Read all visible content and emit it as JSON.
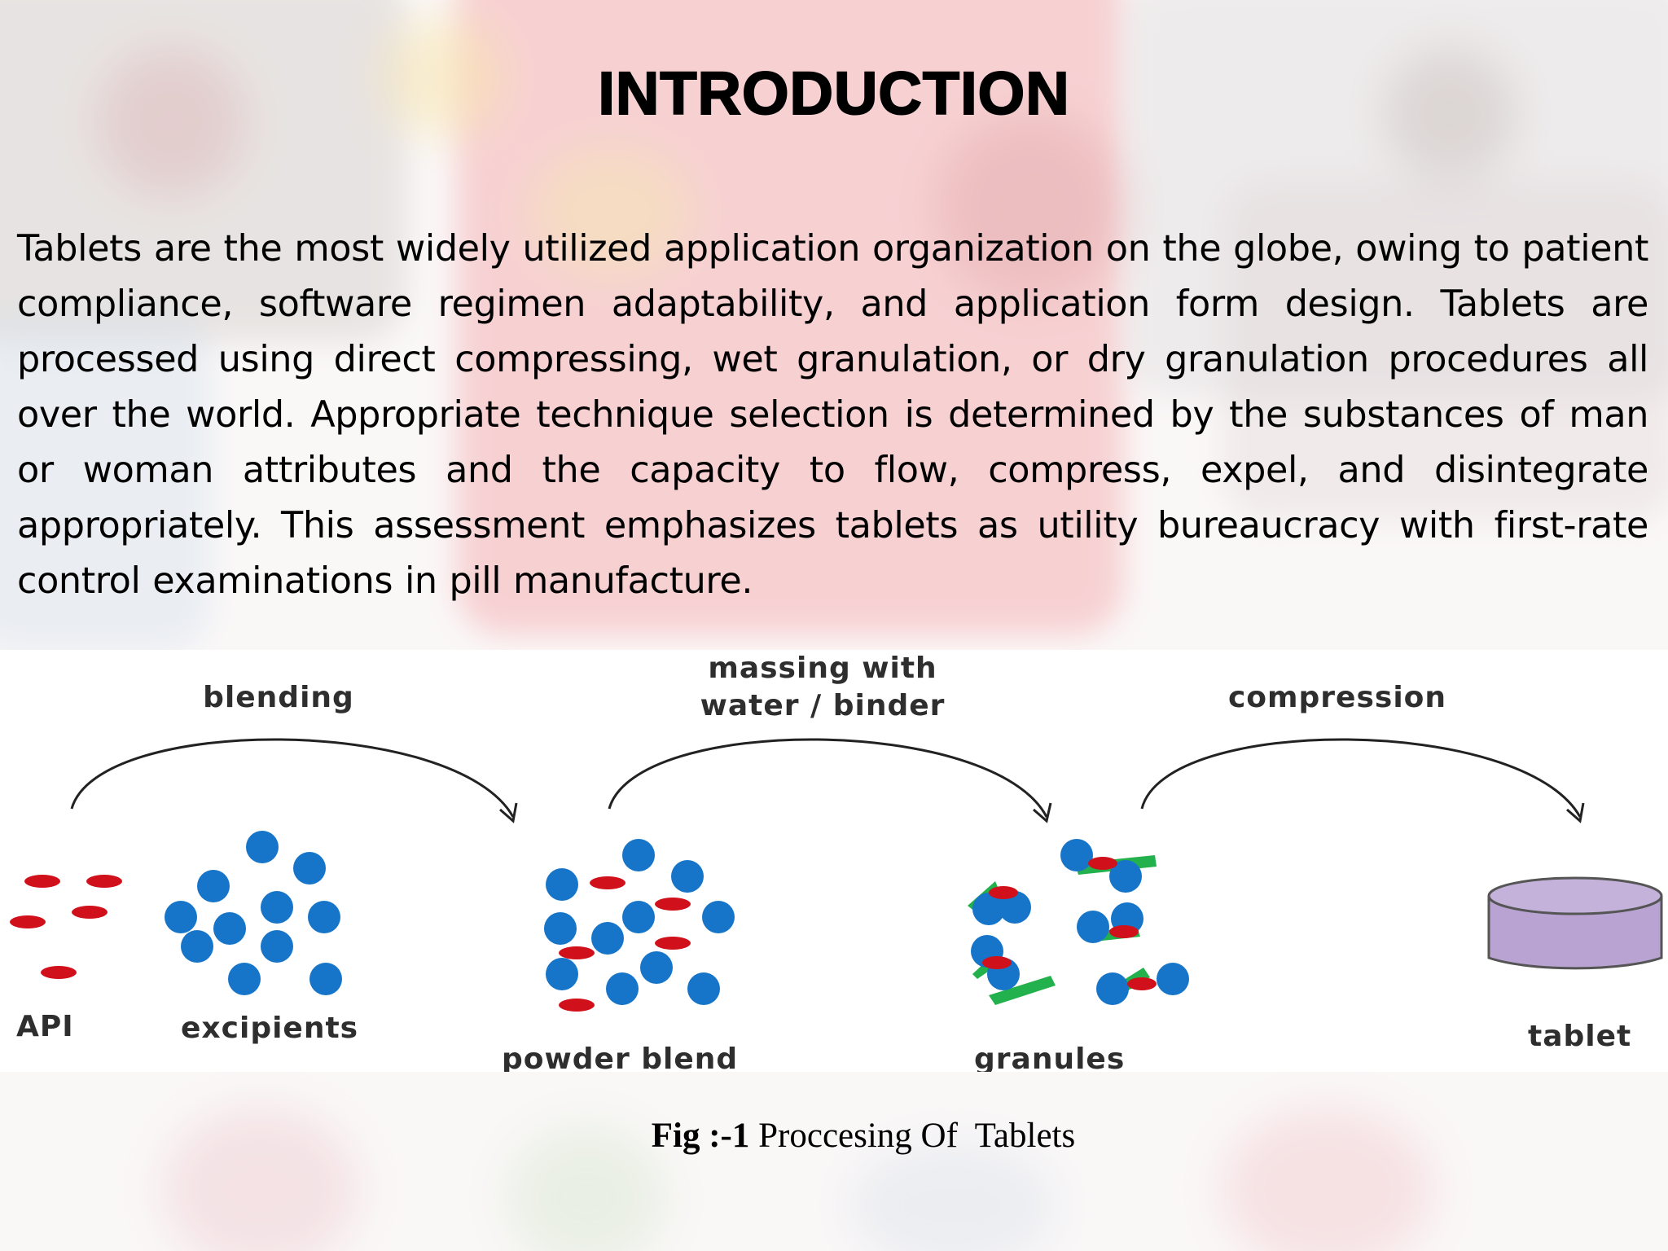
{
  "slide": {
    "title": "INTRODUCTION",
    "paragraph": "Tablets are the most widely utilized application organization on the globe, owing to patient compliance, software regimen adaptability, and application form design. Tablets are processed using direct compressing, wet granulation, or dry granulation procedures all over the world. Appropriate technique selection is determined by the substances of man or woman attributes and the capacity to flow, compress, expel, and disintegrate appropriately. This assessment emphasizes tablets as utility bureaucracy with first-rate control examinations in pill manufacture."
  },
  "figure": {
    "steps": {
      "blending": "blending",
      "massing_line1": "massing with",
      "massing_line2": "water / binder",
      "compression": "compression"
    },
    "items": {
      "api": "API",
      "excipients": "excipients",
      "powder_blend": "powder blend",
      "granules": "granules",
      "tablet": "tablet"
    },
    "colors": {
      "api": "#d0111b",
      "excipient": "#1675c8",
      "binder": "#22b14c",
      "tablet": "#b8a3d2",
      "arrow": "#222222"
    },
    "caption_bold": "Fig :-1",
    "caption_text": " Proccesing Of  Tablets"
  }
}
